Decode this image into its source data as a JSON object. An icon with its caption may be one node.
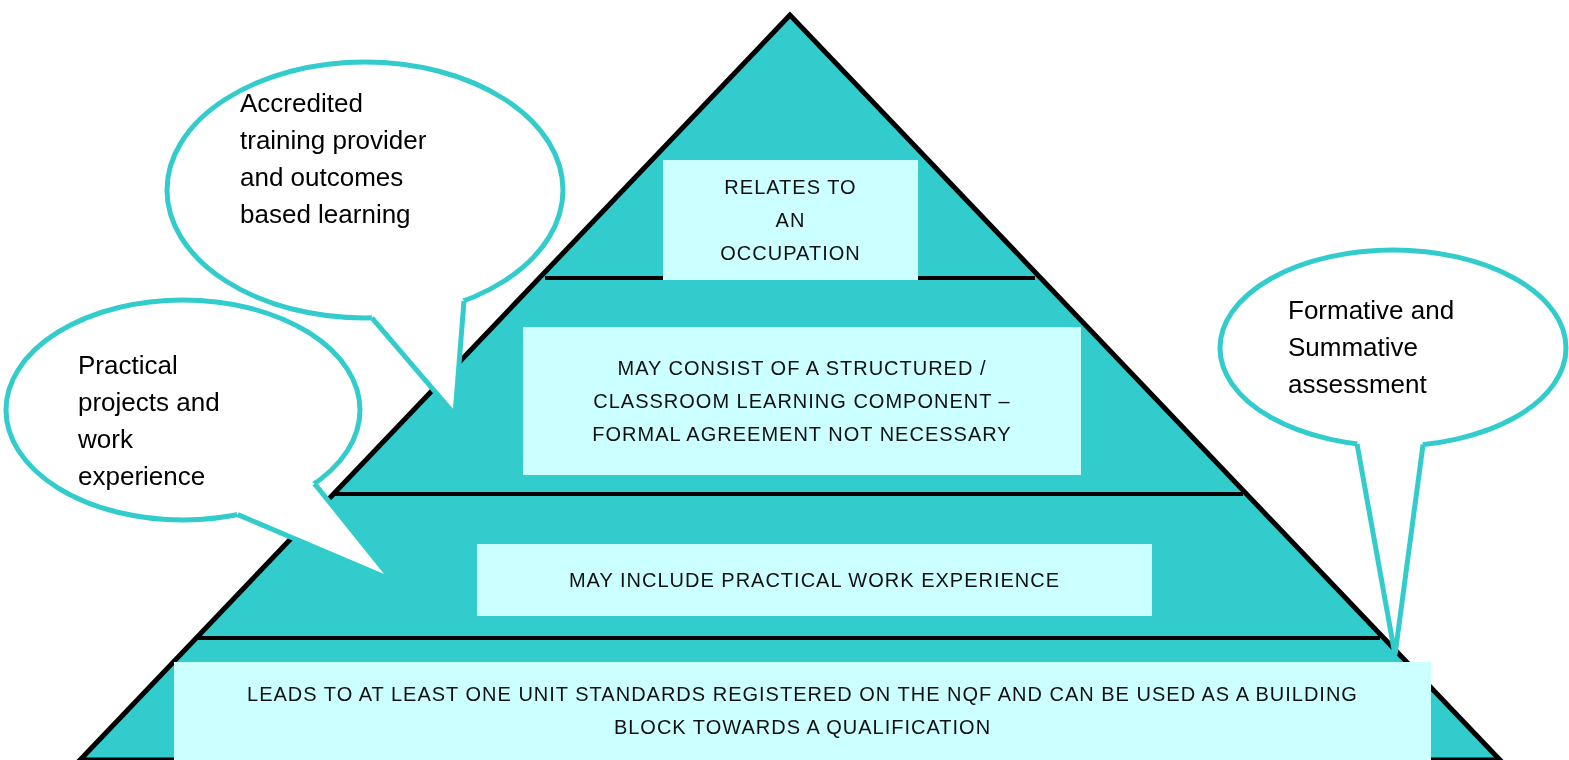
{
  "diagram": {
    "nodes": [
      {
        "text": [],
        "shape": "triangle"
      },
      {
        "text": [
          "RELATES TO AN OCCUPATION"
        ],
        "in": 0
      },
      {
        "text": [
          "MAY CONSIST OF A STRUCTURED / CLASSROOM LEARNING COMPONENT – FORMAL AGREEMENT NOT NECESSARY"
        ],
        "in": 0
      },
      {
        "text": [
          "MAY INCLUDE PRACTICAL WORK EXPERIENCE"
        ],
        "in": 0
      },
      {
        "text": [
          "LEADS TO AT LEAST ONE UNIT STANDARDS REGISTERED ON THE NQF AND CAN BE USED AS A BUILDING BLOCK TOWARDS A QUALIFICATION"
        ],
        "in": 0
      },
      {
        "text": [
          "Accredited training provider and outcomes based learning"
        ]
      },
      {
        "text": [
          "Practical projects and work experience"
        ]
      },
      {
        "text": [
          "Formative and Summative assessment"
        ]
      }
    ]
  }
}
